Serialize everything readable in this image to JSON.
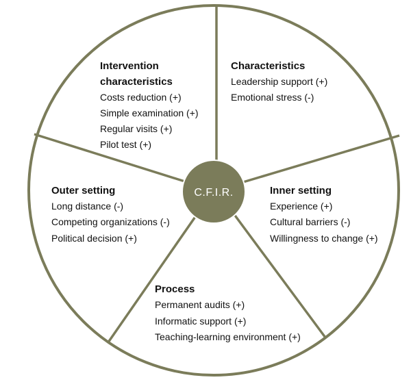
{
  "center_label": "C.F.I.R.",
  "colors": {
    "ring": "#7b7c5a",
    "center_fill": "#7b7c5a",
    "text": "#111111",
    "center_text": "#ffffff"
  },
  "segments": [
    {
      "key": "intervention",
      "title_lines": [
        "Intervention",
        "characteristics"
      ],
      "items": [
        "Costs reduction (+)",
        "Simple examination (+)",
        "Regular visits (+)",
        "Pilot test (+)"
      ]
    },
    {
      "key": "characteristics",
      "title_lines": [
        "Characteristics"
      ],
      "items": [
        "Leadership support (+)",
        "Emotional stress (-)"
      ]
    },
    {
      "key": "inner",
      "title_lines": [
        "Inner setting"
      ],
      "items": [
        "Experience (+)",
        "Cultural barriers (-)",
        "Willingness to change  (+)"
      ]
    },
    {
      "key": "process",
      "title_lines": [
        "Process"
      ],
      "items": [
        "Permanent audits (+)",
        "Informatic support (+)",
        "Teaching-learning environment (+)"
      ]
    },
    {
      "key": "outer",
      "title_lines": [
        "Outer setting"
      ],
      "items": [
        "Long distance (-)",
        "Competing organizations (-)",
        "Political decision (+)"
      ]
    }
  ]
}
